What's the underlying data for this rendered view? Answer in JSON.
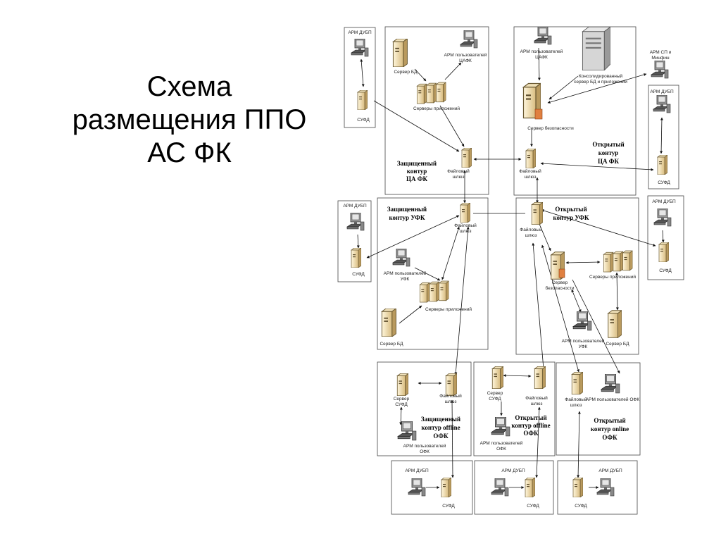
{
  "slide": {
    "title_lines": [
      "Схема",
      "размещения ППО",
      "АС ФК"
    ]
  },
  "labels": {
    "arm_dubp": "АРМ ДУБП",
    "sufd": "СУФД",
    "server_bd": "Сервер БД",
    "servers_app": "Серверы приложений",
    "arm_cafk": [
      "АРМ пользователей",
      "ЦАФК"
    ],
    "arm_cafk_right": [
      "АРМ пользователей",
      "ЦАФК"
    ],
    "arm_sp": [
      "АРМ СП и",
      "Минфин"
    ],
    "konsol": [
      "Консолидированный",
      "сервер БД и приложений"
    ],
    "server_bez": "Сервер безопасности",
    "server_bez_split": [
      "Сервер",
      "безопасности"
    ],
    "file_gw": [
      "Файловый",
      "шлюз"
    ],
    "arm_ufk": [
      "АРМ пользователей",
      "УФК"
    ],
    "server_sufd": [
      "Сервер",
      "СУФД"
    ],
    "arm_ofk": [
      "АРМ пользователей",
      "ОФК"
    ],
    "arm_ofk_inline": "АРМ пользователей ОФК"
  },
  "contours": {
    "cafk_protected": [
      "Защищенный",
      "контур",
      "ЦА ФК"
    ],
    "cafk_open": [
      "Открытый",
      "контур",
      "ЦА ФК"
    ],
    "ufk_protected": [
      "Защищенный",
      "контур УФК"
    ],
    "ufk_open": [
      "Открытый",
      "контур УФК"
    ],
    "ofk_off_protected": [
      "Защищенный",
      "контур offline",
      "ОФК"
    ],
    "ofk_off_open": [
      "Открытый",
      "контур offline",
      "ОФК"
    ],
    "ofk_online": [
      "Открытый",
      "контур online",
      "ОФК"
    ]
  },
  "colors": {
    "server_body": "#f2e2b8",
    "server_dark": "#c8a86a",
    "monitor": "#777777",
    "security_accent": "#e08040"
  }
}
